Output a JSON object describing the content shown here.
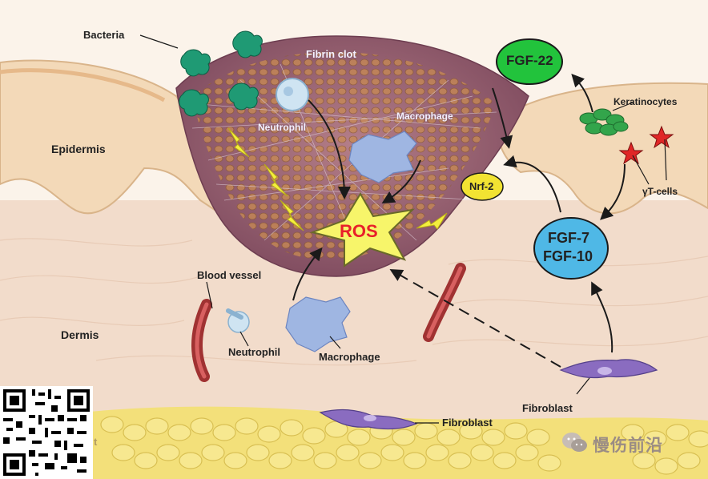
{
  "labels": {
    "bacteria": "Bacteria",
    "fibrin_clot": "Fibrin clot",
    "neutrophil_clot": "Neutrophil",
    "macrophage_clot": "Macrophage",
    "epidermis": "Epidermis",
    "dermis": "Dermis",
    "ros": "ROS",
    "nrf2": "Nrf-2",
    "fgf22": "FGF-22",
    "keratinocytes": "Keratinocytes",
    "tcells": "γT-cells",
    "fgf7": "FGF-7",
    "fgf10": "FGF-10",
    "blood_vessel": "Blood vessel",
    "neutrophil_dermis": "Neutrophil",
    "macrophage_dermis": "Macrophage",
    "fibroblast_right": "Fibroblast",
    "fibroblast_bottom": "Fibroblast",
    "partial_fat_letter": "t"
  },
  "watermark": {
    "text": "慢伤前沿"
  },
  "icons": [
    "bacteria-icon",
    "neutrophil-icon",
    "macrophage-icon",
    "ros-star-icon",
    "lightning-icon",
    "t-cell-star-icon",
    "fibroblast-icon",
    "blood-vessel-icon",
    "qr-code-icon",
    "wechat-icon"
  ],
  "colors": {
    "ros_fill": "#f7f56a",
    "ros_text": "#e8202a",
    "fgf22_fill": "#22c33c",
    "nrf2_fill": "#f2e332",
    "fgf7_fill": "#4fb8e6",
    "clot": "#8e5a6e",
    "skin": "#f2dcc8",
    "fat": "#f3e07a"
  }
}
